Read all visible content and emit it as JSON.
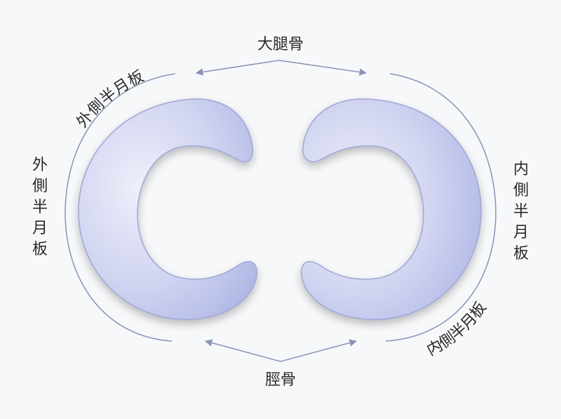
{
  "labels": {
    "femur": "大腿骨",
    "tibia": "脛骨",
    "lateral_meniscus": "外側半月板",
    "medial_meniscus": "内側半月板"
  },
  "colors": {
    "meniscus_light": "#e8eaf7",
    "meniscus_mid": "#c6cbee",
    "meniscus_edge": "#9fa6d6",
    "line": "#8a93b8",
    "text": "#2a2a2a",
    "background": "#f7f8fa"
  }
}
